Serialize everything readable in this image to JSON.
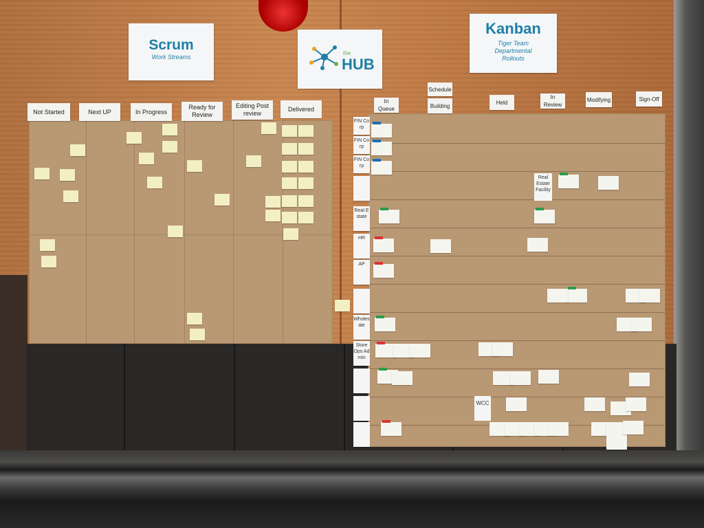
{
  "scrum": {
    "title": "Scrum",
    "subtitle": "Work Streams",
    "columns": [
      "Not Started",
      "Next UP",
      "In Progress",
      "Ready for Review",
      "Editing Post review",
      "Delivered"
    ]
  },
  "hub": {
    "prefix": "the",
    "title": "HUB"
  },
  "kanban": {
    "title": "Kanban",
    "subtitle": "Tiger Team Departmental Rollouts",
    "columns": [
      "In Queue",
      "Schedule",
      "Building",
      "Held",
      "In Review",
      "Modifying",
      "Sign-Off"
    ],
    "rows": [
      "FIN Corp",
      "FIN Corp",
      "FIN Corp",
      "",
      "Real Estate",
      "HR",
      "AP",
      "",
      "Wholesale",
      "Store Ops Admin",
      "",
      "",
      ""
    ],
    "cards": {
      "real_estate": "Real Estate Facility",
      "wcc": "WCC"
    }
  },
  "colors": {
    "sign_text": "#1f7fa6",
    "kraft": "#b99874",
    "sticky": "#f3efc4",
    "wood": "#c07b45"
  }
}
